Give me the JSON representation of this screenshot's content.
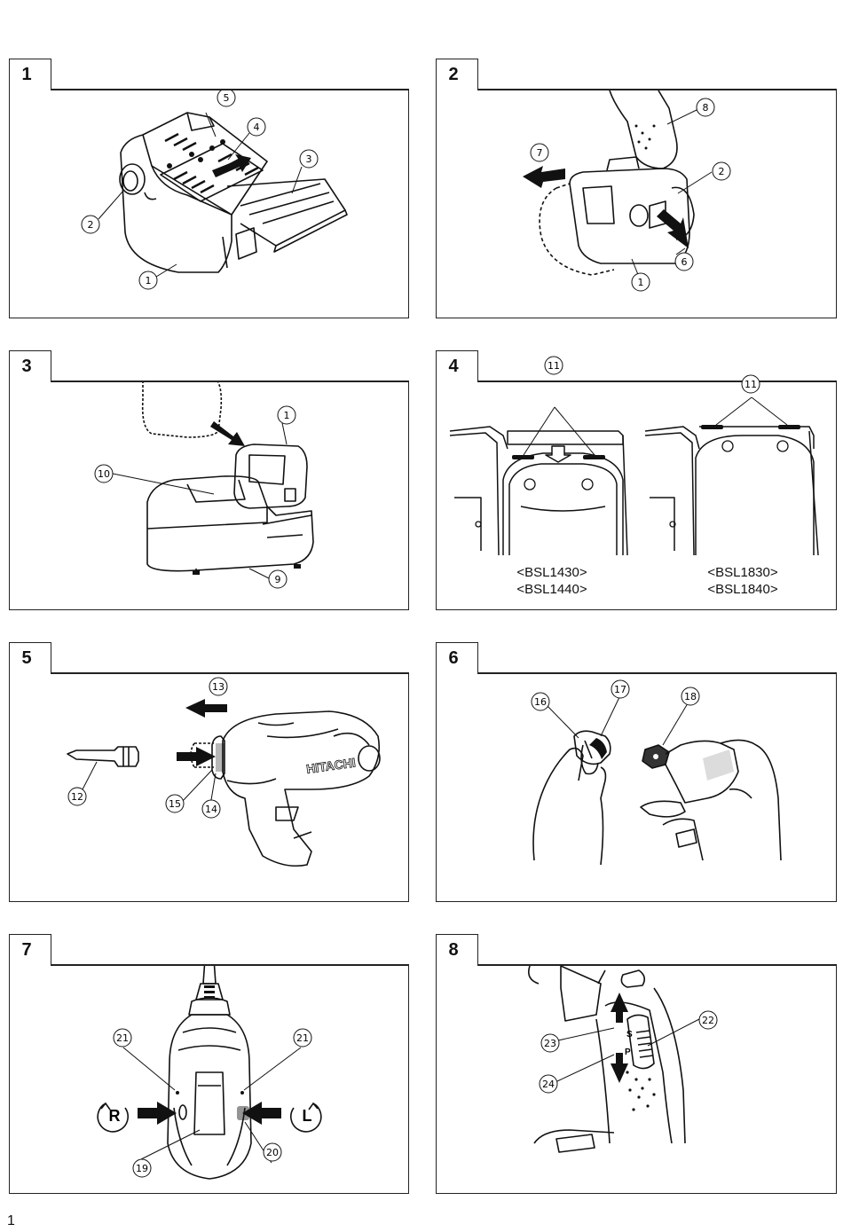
{
  "figures": [
    {
      "number": "1",
      "callouts": [
        "5",
        "4",
        "3",
        "2",
        "1"
      ]
    },
    {
      "number": "2",
      "callouts": [
        "8",
        "7",
        "2",
        "6",
        "1"
      ]
    },
    {
      "number": "3",
      "callouts": [
        "1",
        "10",
        "9"
      ]
    },
    {
      "number": "4",
      "callouts": [
        "11",
        "11"
      ],
      "models": [
        "<BSL1430>",
        "<BSL1440>",
        "<BSL1830>",
        "<BSL1840>"
      ]
    },
    {
      "number": "5",
      "callouts": [
        "13",
        "12",
        "15",
        "14"
      ],
      "brand_text": "HITACHI"
    },
    {
      "number": "6",
      "callouts": [
        "16",
        "17",
        "18"
      ]
    },
    {
      "number": "7",
      "callouts": [
        "21",
        "21",
        "19",
        "20"
      ],
      "rotation_labels": [
        "R",
        "L"
      ]
    },
    {
      "number": "8",
      "callouts": [
        "22",
        "23",
        "24"
      ],
      "switch_labels": [
        "S",
        "P"
      ]
    }
  ],
  "page_number": "1"
}
